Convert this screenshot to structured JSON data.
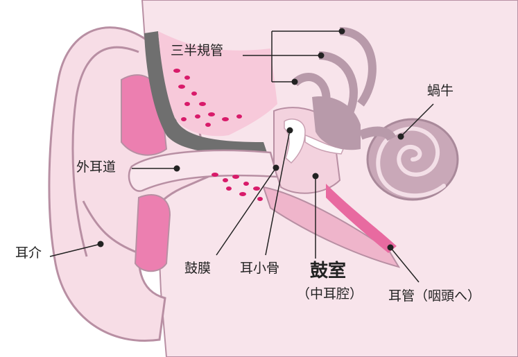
{
  "diagram": {
    "labels": {
      "semicircular_canals": "三半規管",
      "cochlea": "蝸牛",
      "external_auditory_canal": "外耳道",
      "auricle": "耳介",
      "eardrum": "鼓膜",
      "ossicles": "耳小骨",
      "tympanic_cavity": "鼓室",
      "middle_ear_cavity": "（中耳腔）",
      "eustachian_tube": "耳管（咽頭へ）"
    },
    "colors": {
      "skin": "#f7dde6",
      "outline": "#b88fa3",
      "bone_tissue": "#e86aa0",
      "tissue_dots": "#d81b6a",
      "canal_gray": "#707070",
      "inner_ear": "#b89aaa",
      "text": "#222222"
    }
  }
}
